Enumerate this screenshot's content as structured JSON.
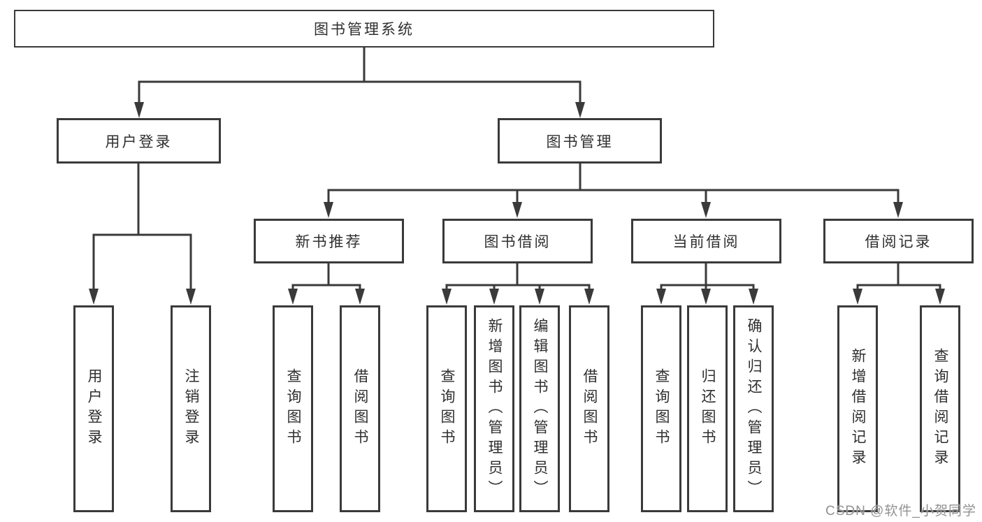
{
  "diagram": {
    "root_label": "图书管理系统",
    "level2": [
      {
        "label": "用户登录"
      },
      {
        "label": "图书管理"
      }
    ],
    "level3": [
      {
        "label": "新书推荐"
      },
      {
        "label": "图书借阅"
      },
      {
        "label": "当前借阅"
      },
      {
        "label": "借阅记录"
      }
    ],
    "subtrees": [
      {
        "parent": "用户登录",
        "children": [
          {
            "label": "用户登录"
          },
          {
            "label": "注销登录"
          }
        ]
      },
      {
        "parent": "新书推荐",
        "children": [
          {
            "label": "查询图书"
          },
          {
            "label": "借阅图书"
          }
        ]
      },
      {
        "parent": "图书借阅",
        "children": [
          {
            "label": "查询图书"
          },
          {
            "label": "新增图书（管理员）"
          },
          {
            "label": "编辑图书（管理员）"
          },
          {
            "label": "借阅图书"
          }
        ]
      },
      {
        "parent": "当前借阅",
        "children": [
          {
            "label": "查询图书"
          },
          {
            "label": "归还图书"
          },
          {
            "label": "确认归还（管理员）"
          }
        ]
      },
      {
        "parent": "借阅记录",
        "children": [
          {
            "label": "新增借阅记录"
          },
          {
            "label": "查询借阅记录"
          }
        ]
      }
    ]
  },
  "watermark": {
    "text": "CSDN @软件_小贺同学"
  },
  "colors": {
    "line": "#3a3a3a",
    "text": "#2f2f2f",
    "watermark": "#929292",
    "background": "#ffffff"
  }
}
